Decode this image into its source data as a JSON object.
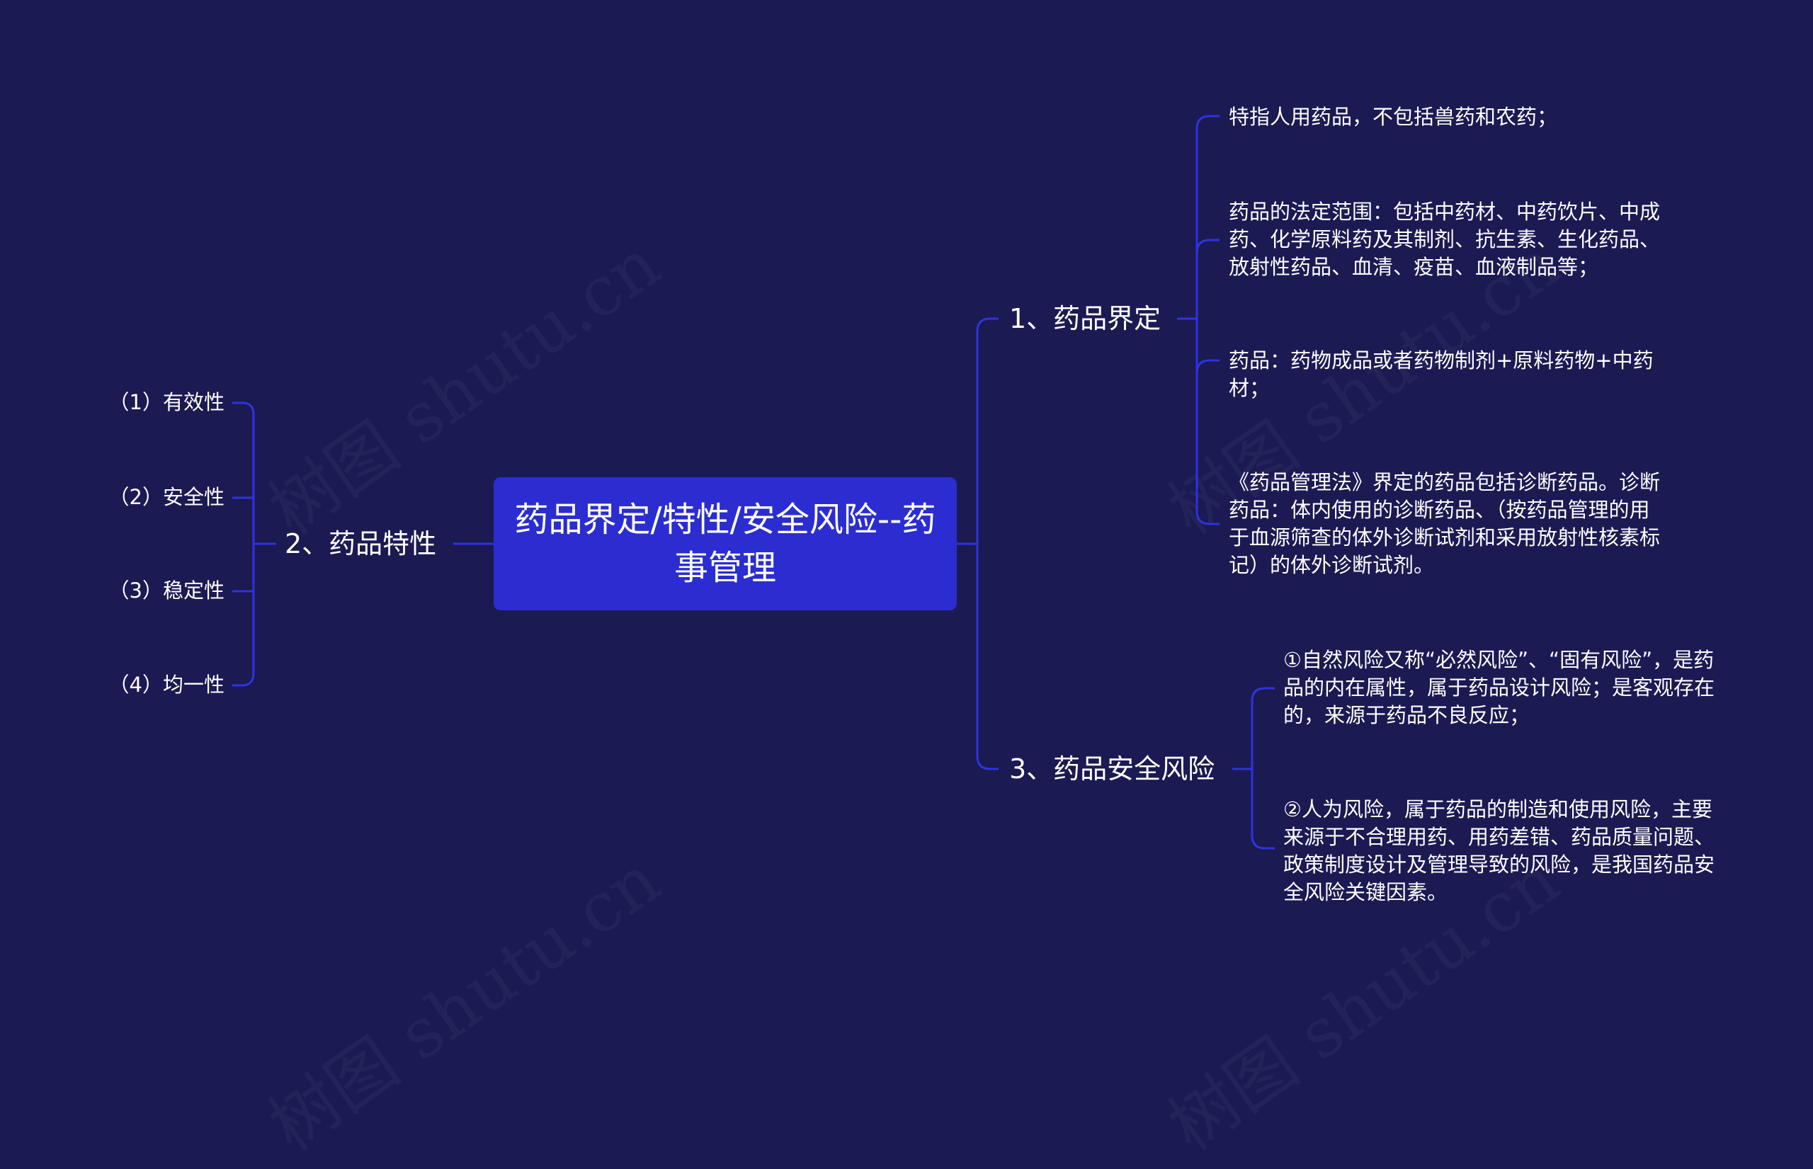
{
  "watermark": "树图 shutu.cn",
  "root": {
    "label": "药品界定/特性/安全风险--药事管理"
  },
  "colors": {
    "background": "#1b1a52",
    "root_fill": "#2b2dd0",
    "connector": "#2f32e0",
    "text": "#ffffff"
  },
  "branches": {
    "definition": {
      "label": "1、药品界定",
      "items": [
        "特指人用药品，不包括兽药和农药；",
        "药品的法定范围：包括中药材、中药饮片、中成药、化学原料药及其制剂、抗生素、生化药品、放射性药品、血清、疫苗、血液制品等；",
        "药品：药物成品或者药物制剂+原料药物+中药材；",
        "《药品管理法》界定的药品包括诊断药品。诊断药品：体内使用的诊断药品、（按药品管理的用于血源筛查的体外诊断试剂和采用放射性核素标记）的体外诊断试剂。"
      ]
    },
    "properties": {
      "label": "2、药品特性",
      "items": [
        "（1）有效性",
        "（2）安全性",
        "（3）稳定性",
        "（4）均一性"
      ]
    },
    "risk": {
      "label": "3、药品安全风险",
      "items": [
        "①自然风险又称“必然风险”、“固有风险”，是药品的内在属性，属于药品设计风险；是客观存在的，来源于药品不良反应；",
        "②人为风险，属于药品的制造和使用风险，主要来源于不合理用药、用药差错、药品质量问题、政策制度设计及管理导致的风险，是我国药品安全风险关键因素。"
      ]
    }
  }
}
